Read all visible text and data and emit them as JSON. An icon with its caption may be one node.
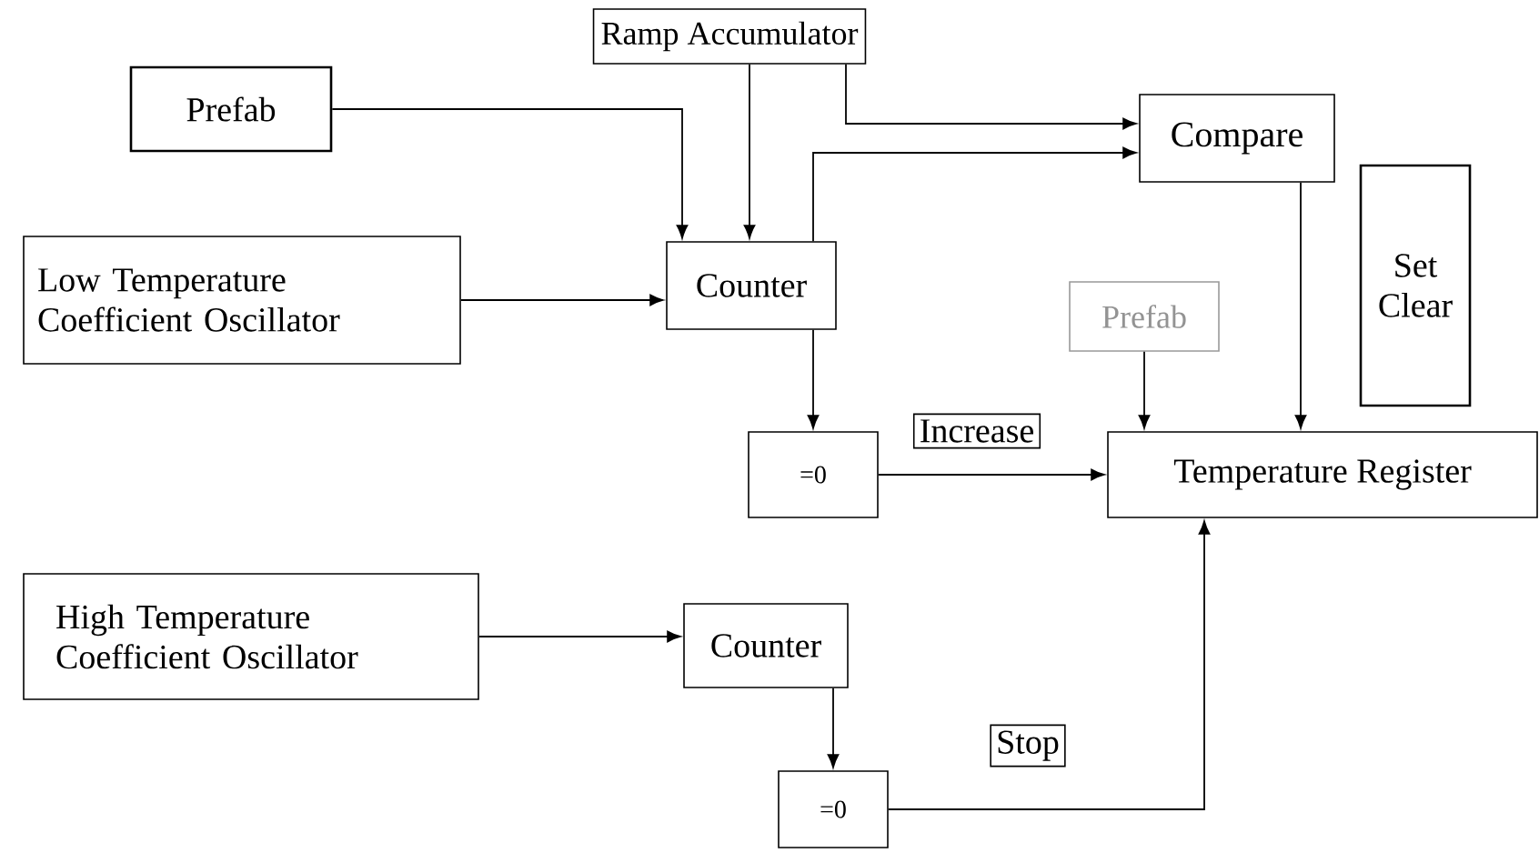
{
  "diagram": {
    "nodes": [
      {
        "text": [
          "Ramp Accumulator"
        ]
      },
      {
        "text": [
          "Prefab"
        ]
      },
      {
        "text": [
          "Compare"
        ]
      },
      {
        "text": [
          "Low Temperature Coefficient Oscillator"
        ]
      },
      {
        "text": [
          "Counter"
        ]
      },
      {
        "text": [
          "Set Clear"
        ]
      },
      {
        "text": [
          "Prefab"
        ]
      },
      {
        "text": [
          "=0"
        ]
      },
      {
        "text": [
          "Temperature Register"
        ]
      },
      {
        "text": [
          "High Temperature Coefficient Oscillator"
        ]
      },
      {
        "text": [
          "Counter"
        ]
      },
      {
        "text": [
          "=0"
        ]
      }
    ],
    "edges": [
      {
        "from": 1,
        "to": 4,
        "arrow": "to"
      },
      {
        "from": 0,
        "to": 4,
        "arrow": "to"
      },
      {
        "from": 0,
        "to": 2,
        "arrow": "to"
      },
      {
        "from": 4,
        "to": 2,
        "arrow": "to"
      },
      {
        "from": 3,
        "to": 4,
        "arrow": "to"
      },
      {
        "from": 4,
        "to": 7,
        "arrow": "to"
      },
      {
        "from": 7,
        "to": 8,
        "label": "Increase",
        "arrow": "to"
      },
      {
        "from": 6,
        "to": 8,
        "arrow": "to"
      },
      {
        "from": 2,
        "to": 8,
        "arrow": "to"
      },
      {
        "from": 9,
        "to": 10,
        "arrow": "to"
      },
      {
        "from": 10,
        "to": 11,
        "arrow": "to"
      },
      {
        "from": 11,
        "to": 8,
        "label": "Stop",
        "arrow": "to"
      }
    ]
  }
}
